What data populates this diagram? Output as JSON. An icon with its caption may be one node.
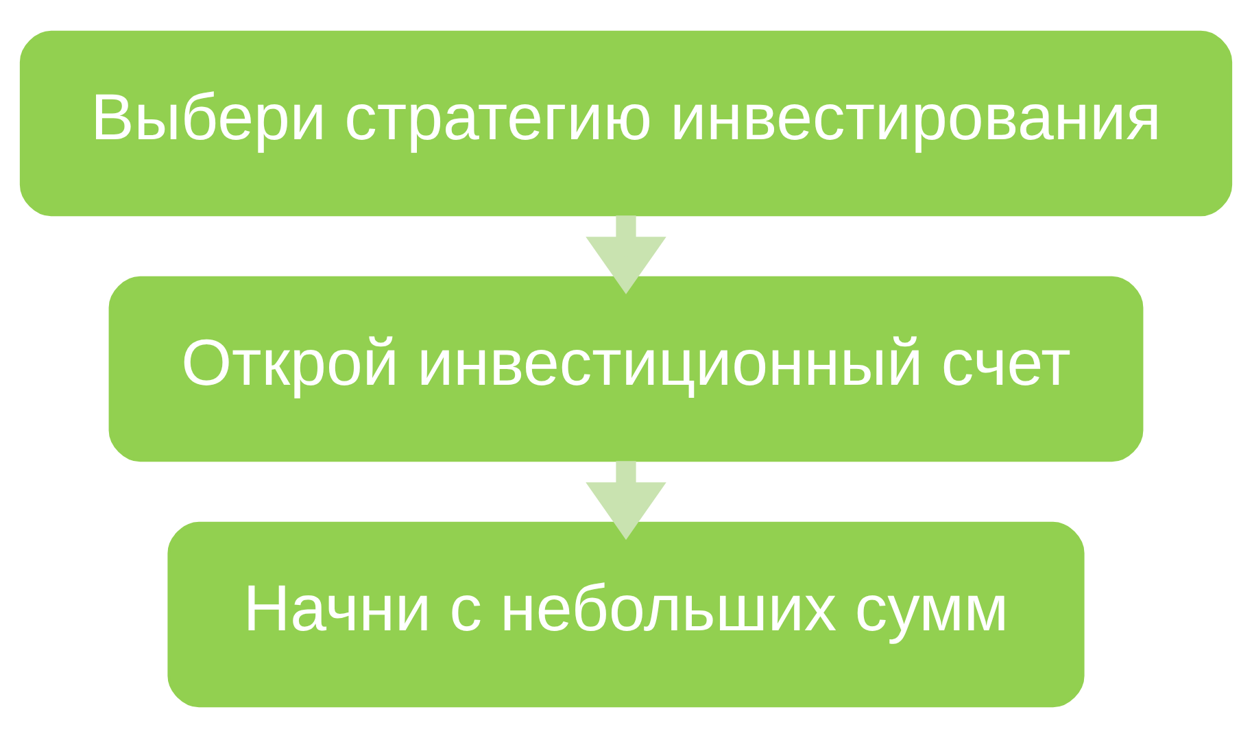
{
  "diagram": {
    "nodes": [
      {
        "text": [
          "Выбери стратегию инвестирования"
        ]
      },
      {
        "text": [
          "Открой инвестиционный счет"
        ]
      },
      {
        "text": [
          "Начни с небольших сумм"
        ]
      }
    ],
    "edges": [
      {
        "from": 0,
        "to": 1,
        "arrow": "to"
      },
      {
        "from": 1,
        "to": 2,
        "arrow": "to"
      }
    ]
  }
}
